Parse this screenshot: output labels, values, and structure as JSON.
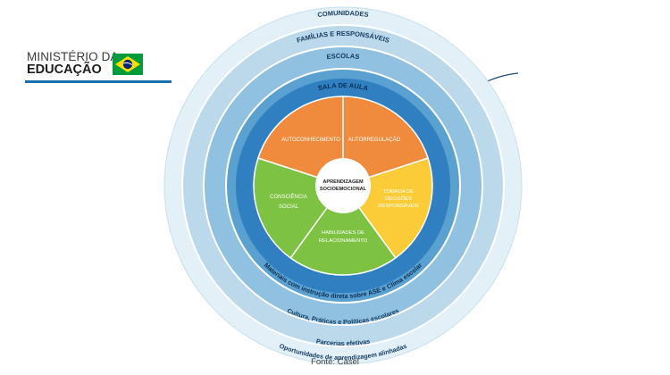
{
  "brand": {
    "line1": "MINISTÉRIO DA",
    "line2": "EDUCAÇÃO",
    "colors": {
      "rule": "#1a6fb0",
      "flag_green": "#009c3b",
      "flag_yellow": "#ffdf00",
      "flag_blue": "#002776"
    }
  },
  "diagram": {
    "center": {
      "line1": "APRENDIZAGEM",
      "line2": "SOCIOEMOCIONAL"
    },
    "rings": {
      "comunidades": "COMUNIDADES",
      "familias": "FAMÍLIAS E RESPONSÁVEIS",
      "escolas": "ESCOLAS",
      "sala": "SALA DE AULA"
    },
    "bottom_arcs": {
      "materiais": "Materiais com instrução direta sobre ASE e Clima escolar",
      "cultura": "Cultura, Práticas e Políticas escolares",
      "parcerias": "Parcerias efetivas",
      "oportunidades": "Oportunidades de aprendizagem alinhadas"
    },
    "segments": {
      "autoconhecimento": "AUTOCONHECIMENTO",
      "autorregulacao": "AUTORREGULAÇÃO",
      "decisoes_1": "TOMADA DE",
      "decisoes_2": "DECISÕES",
      "decisoes_3": "RESPONSÁVEIS",
      "habilidades_1": "HABILIDADES DE",
      "habilidades_2": "RELACIONAMENTO",
      "consciencia_1": "CONSCIÊNCIA",
      "consciencia_2": "SOCIAL"
    },
    "colors": {
      "orange": "#f08a3c",
      "yellow": "#fbcc37",
      "green": "#7dc242",
      "ring_outer": "#e3f0f8",
      "ring_2": "#bcd9ec",
      "ring_3": "#90c1e0",
      "ring_4": "#5aa0d0",
      "ring_inner": "#2f7fc1"
    }
  },
  "caption": "Fonte: Casel"
}
